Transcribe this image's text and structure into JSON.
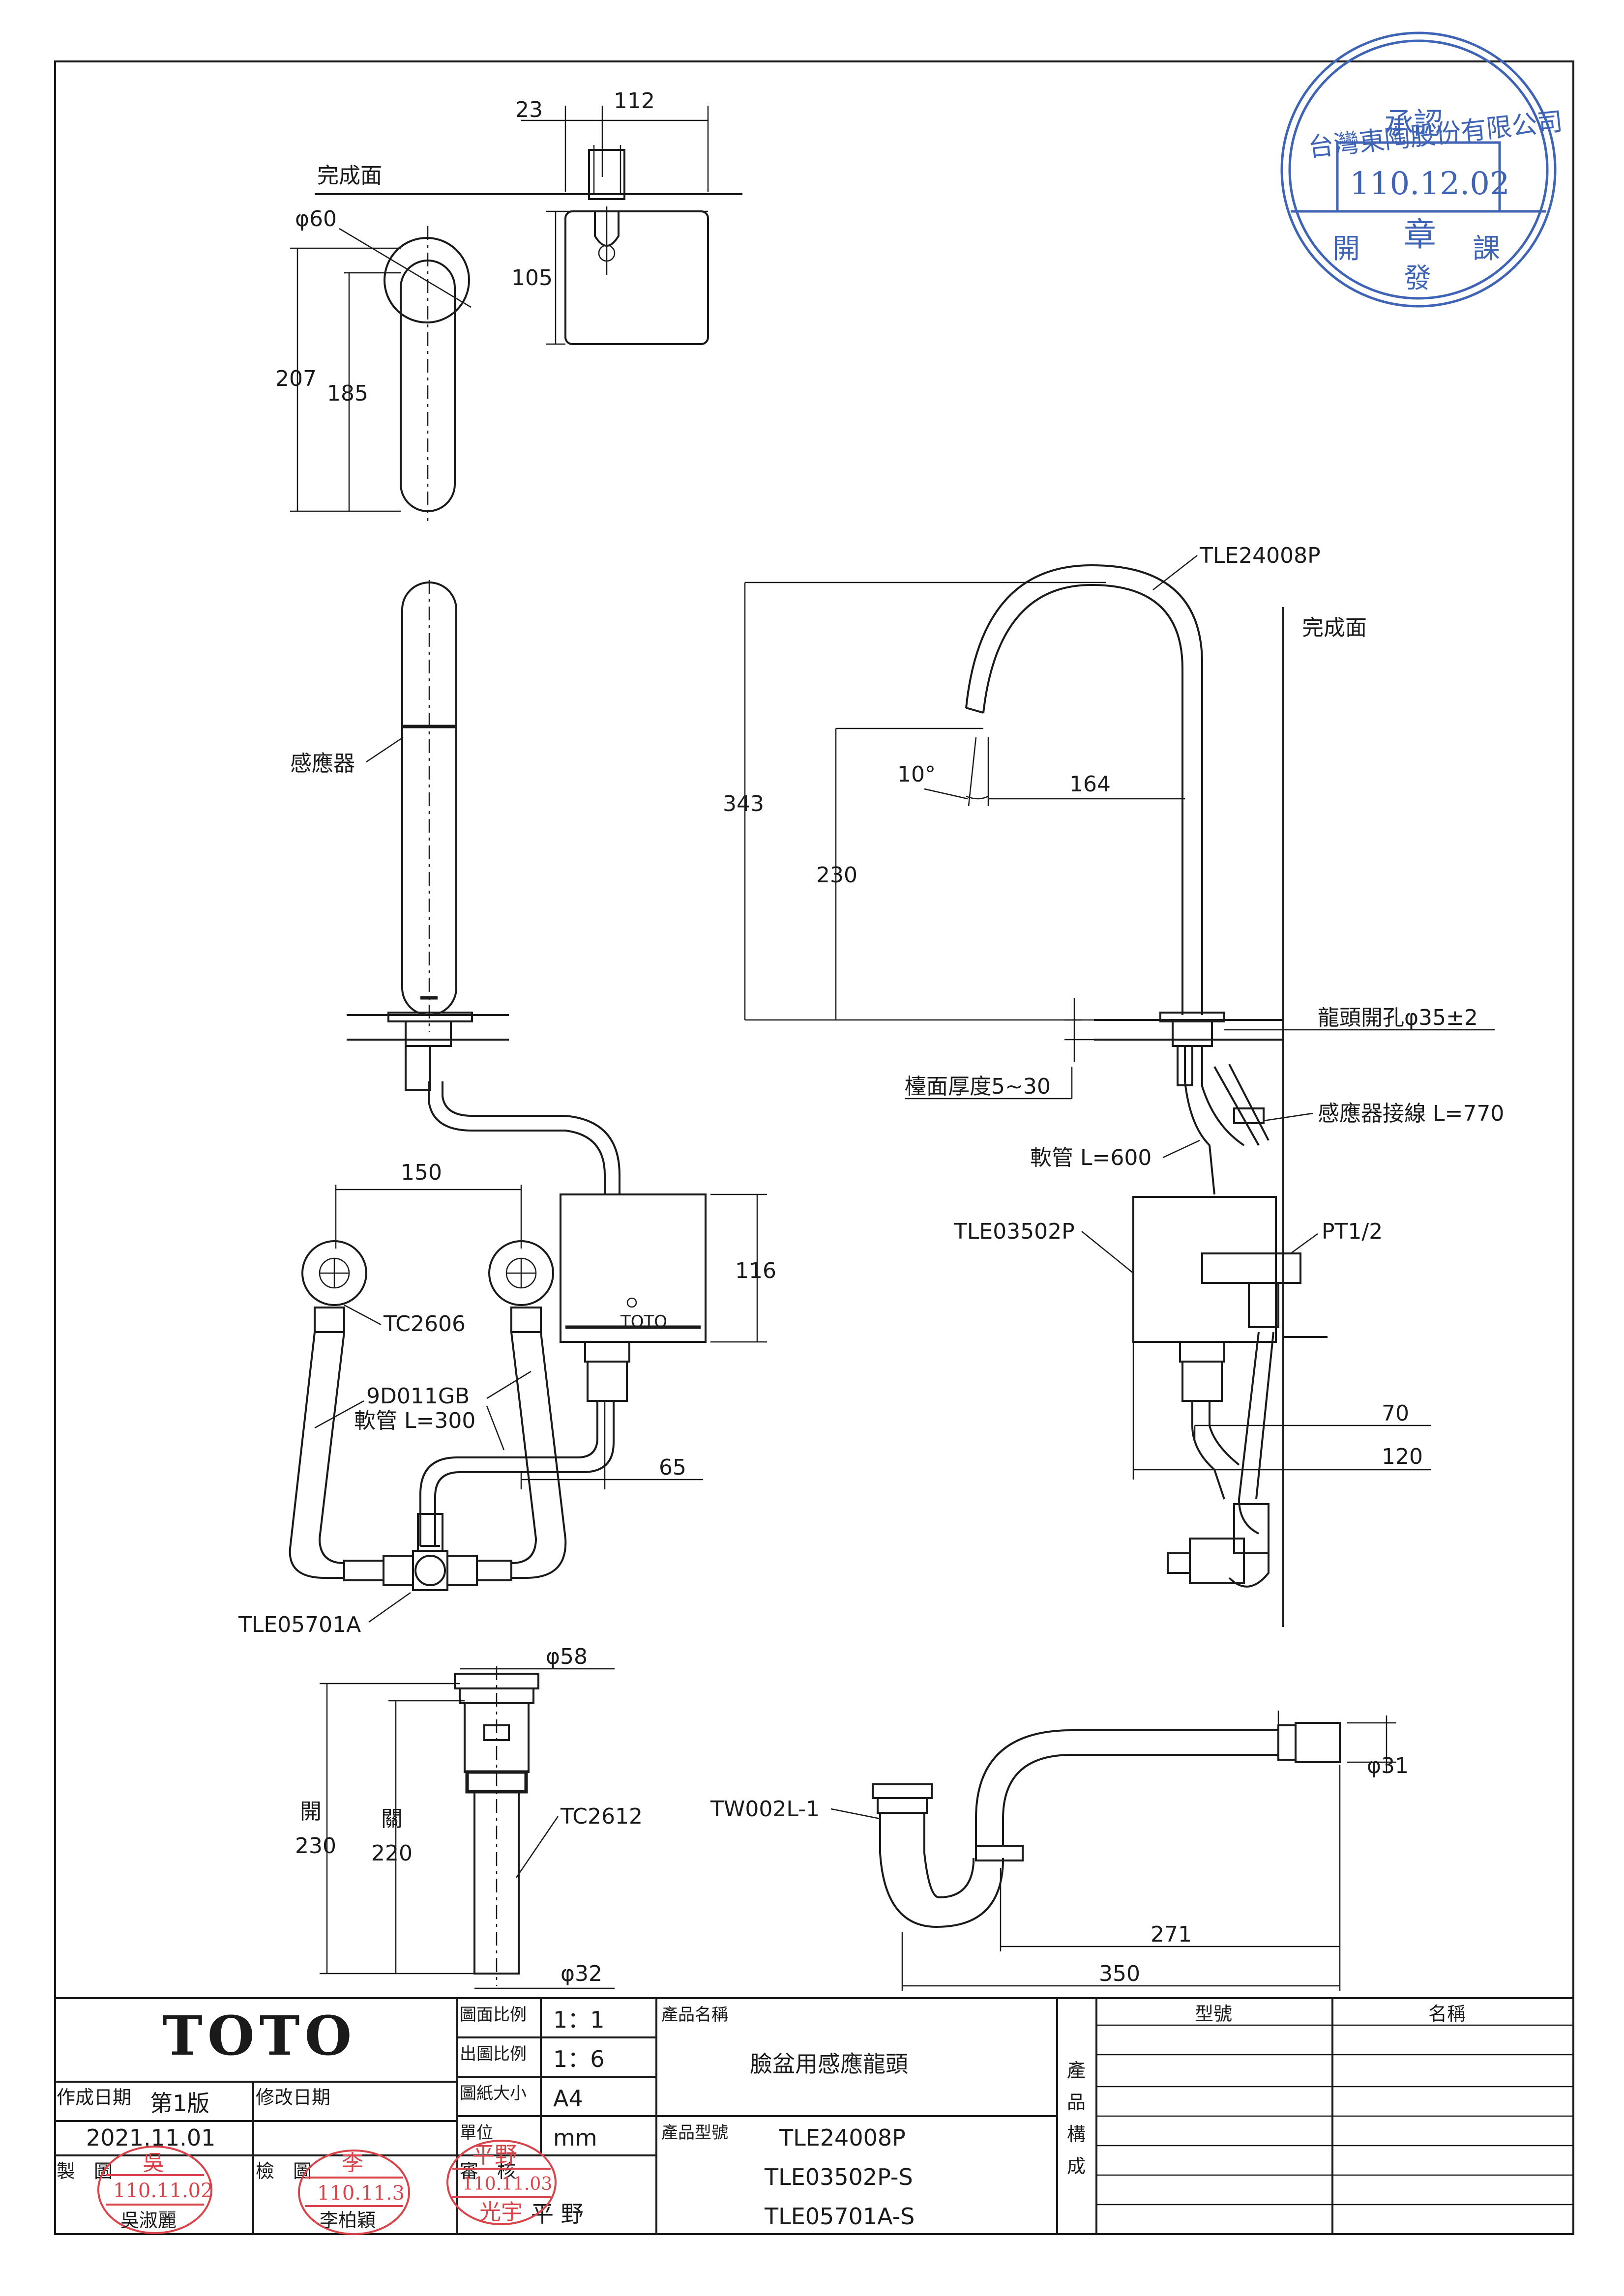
{
  "drawing": {
    "top_view": {
      "dim_23": "23",
      "dim_112": "112",
      "finish_surface": "完成面",
      "dia_60": "φ60",
      "dim_105": "105",
      "dim_207": "207",
      "dim_185": "185"
    },
    "front_view": {
      "sensor": "感應器",
      "dim_150": "150",
      "dim_116": "116",
      "tc2606": "TC2606",
      "hose_model": "9D011GB",
      "hose_len": "軟管 L=300",
      "dim_65": "65",
      "tle05701a": "TLE05701A"
    },
    "side_view": {
      "tle24008p": "TLE24008P",
      "finish_surface": "完成面",
      "dim_343": "343",
      "angle_10": "10°",
      "dim_164": "164",
      "dim_230": "230",
      "hole": "龍頭開孔φ35±2",
      "counter_thickness": "檯面厚度5~30",
      "sensor_cable": "感應器接線 L=770",
      "hose_600": "軟管 L=600",
      "tle03502p": "TLE03502P",
      "pt12": "PT1/2",
      "dim_70": "70",
      "dim_120": "120"
    },
    "drain": {
      "dia_58": "φ58",
      "open_label": "開",
      "open_230": "230",
      "close_label": "關",
      "close_220": "220",
      "tc2612": "TC2612",
      "dia_32": "φ32"
    },
    "trap": {
      "tw002l": "TW002L-1",
      "dia_31": "φ31",
      "dim_271": "271",
      "dim_350": "350"
    }
  },
  "stamp_approval": {
    "company": "台灣東陶股份有限公司",
    "approved": "承認",
    "date": "110.12.02",
    "seal": "章",
    "dept_left": "開",
    "dept_mid": "發",
    "dept_right": "課"
  },
  "title_block": {
    "brand": "TOTO",
    "create_date_label": "作成日期",
    "version": "第1版",
    "revise_date_label": "修改日期",
    "create_date": "2021.11.01",
    "drawn_label": "製　圖",
    "check_label": "檢　圖",
    "approve_label": "審　核",
    "scale_label": "圖面比例",
    "scale": "1：1",
    "out_scale_label": "出圖比例",
    "out_scale": "1：6",
    "paper_label": "圖紙大小",
    "paper": "A4",
    "unit_label": "單位",
    "unit": "mm",
    "approver": "平 野",
    "product_name_label": "產品名稱",
    "product_name": "臉盆用感應龍頭",
    "product_model_label": "產品型號",
    "models": [
      "TLE24008P",
      "TLE03502P-S",
      "TLE05701A-S"
    ],
    "composition_label": [
      "產",
      "品",
      "構",
      "成"
    ],
    "col_model": "型號",
    "col_name": "名稱"
  },
  "stamps_small": {
    "drawn_date": "110.11.02",
    "drawn_name": "吳淑麗",
    "drawn_top": "吳",
    "check_date": "110.11.3",
    "check_name": "李柏穎",
    "check_top": "李",
    "approve_top": "平野",
    "approve_date": "110.11.03",
    "approve_name": "光宇"
  }
}
